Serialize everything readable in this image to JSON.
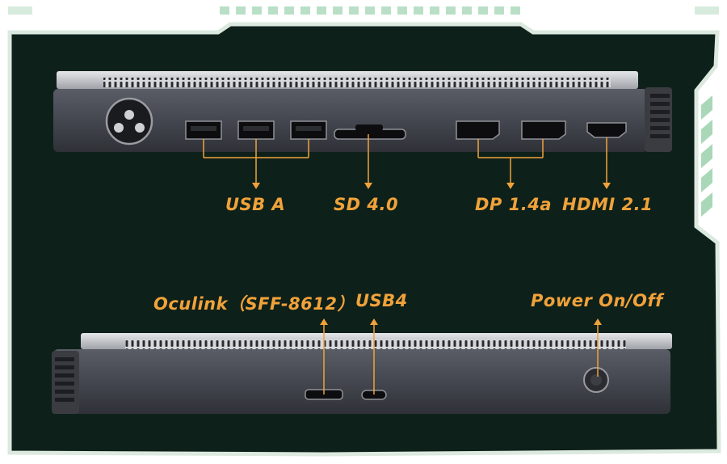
{
  "colors": {
    "panel": "#0e201a",
    "frame": "#d8ecdf",
    "accent_green": "#a8d8b8",
    "label": "#f0a23a",
    "device_body": "#4a4d55",
    "device_top": "#c9cbcf"
  },
  "top_view": {
    "ports": [
      "power-inlet",
      "usb-a-1",
      "usb-a-2",
      "usb-a-3",
      "sd-card-slot",
      "displayport-1",
      "displayport-2",
      "hdmi-port"
    ],
    "labels": {
      "usb_a": "USB A",
      "sd": "SD 4.0",
      "dp": "DP 1.4a",
      "hdmi": "HDMI 2.1"
    }
  },
  "bottom_view": {
    "ports": [
      "oculink-port",
      "usb4-port",
      "power-button"
    ],
    "labels": {
      "oculink": "Oculink（SFF-8612）",
      "usb4": "USB4",
      "power": "Power On/Off"
    }
  }
}
